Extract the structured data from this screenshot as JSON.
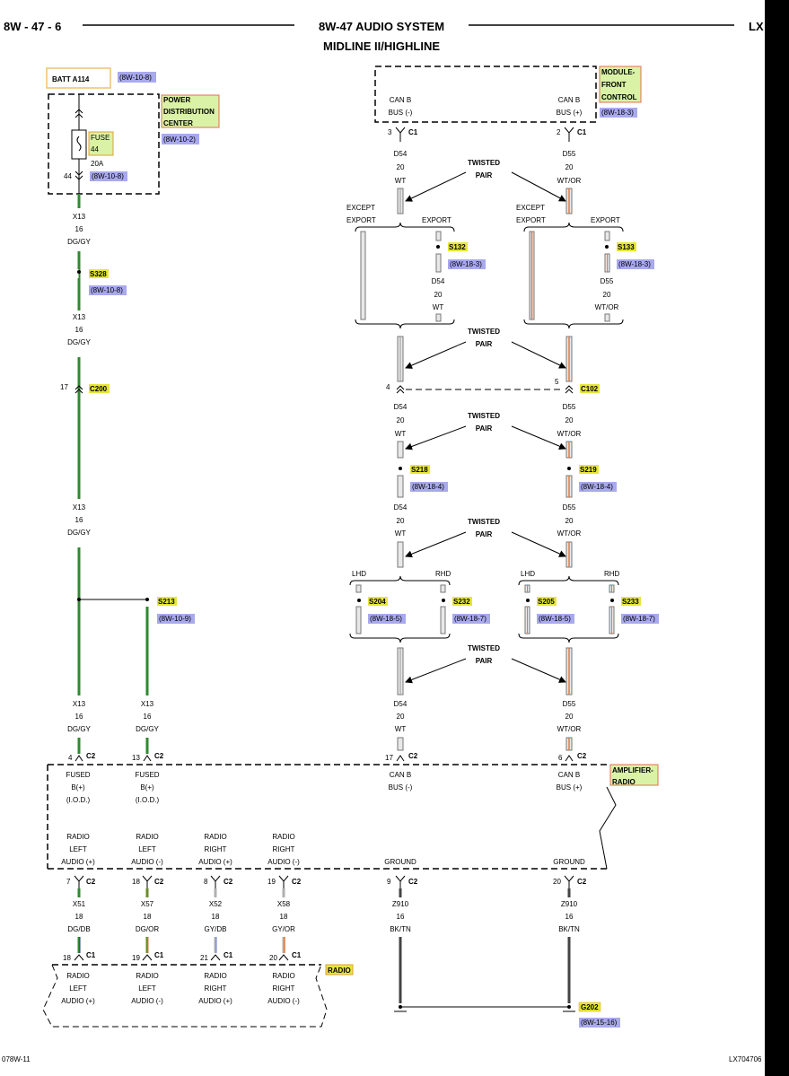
{
  "colors": {
    "DG": "#2e8b2e",
    "GY": "#b0b0b0",
    "WT": "#e8e8e8",
    "OR": "#e07a40",
    "DB": "#1e3a8a",
    "BK": "#222222",
    "TN": "#c8b48c",
    "yellow_tag": "#e6e63a",
    "green_box": "#d9f2a6",
    "ref_tag": "#8f8fe6",
    "orange_border": "#e0a030",
    "red_border": "#e07050"
  },
  "header": {
    "page_left": "8W - 47 - 6",
    "title": "8W-47 AUDIO SYSTEM",
    "subtitle": "MIDLINE II/HIGHLINE",
    "page_right": "LX"
  },
  "footer": {
    "left": "078W-11",
    "right": "LX704706"
  },
  "labels": {
    "batt": "BATT A114",
    "batt_ref": "(8W-10-8)",
    "pdc_1": "POWER",
    "pdc_2": "DISTRIBUTION",
    "pdc_3": "CENTER",
    "pdc_ref": "(8W-10-2)",
    "fuse_1": "FUSE",
    "fuse_2": "44",
    "fuse_amp": "20A",
    "fuse_ref": "(8W-10-8)",
    "fuse_pin": "44",
    "mfc_1": "MODULE-",
    "mfc_2": "FRONT",
    "mfc_3": "CONTROL",
    "mfc_ref": "(8W-18-3)",
    "canb_l1": "CAN B",
    "canb_l2": "BUS (-)",
    "canb_r1": "CAN B",
    "canb_r2": "BUS (+)",
    "amp_1": "AMPLIFIER-",
    "amp_2": "RADIO",
    "radio": "RADIO",
    "g202": "G202",
    "g202_ref": "(8W-15-16)",
    "twisted": "TWISTED",
    "pair": "PAIR",
    "except": "EXCEPT",
    "export": "EXPORT",
    "lhd": "LHD",
    "rhd": "RHD",
    "s132": "S132",
    "s132_ref": "(8W-18-3)",
    "s133": "S133",
    "s133_ref": "(8W-18-3)",
    "s328": "S328",
    "s328_ref": "(8W-10-8)",
    "c200": "C200",
    "c200_pin": "17",
    "c102": "C102",
    "c102_pin_l": "4",
    "c102_pin_r": "5",
    "s218": "S218",
    "s218_ref": "(8W-18-4)",
    "s219": "S219",
    "s219_ref": "(8W-18-4)",
    "s213": "S213",
    "s213_ref": "(8W-10-9)",
    "s204": "S204",
    "s204_ref": "(8W-18-5)",
    "s232": "S232",
    "s232_ref": "(8W-18-7)",
    "s205": "S205",
    "s205_ref": "(8W-18-5)",
    "s233": "S233",
    "s233_ref": "(8W-18-7)",
    "c1": "C1",
    "c2": "C2"
  },
  "wires": {
    "x13_a": [
      "X13",
      "16",
      "DG/GY"
    ],
    "x13_b": [
      "X13",
      "16",
      "DG/GY"
    ],
    "x13_c": [
      "X13",
      "16",
      "DG/GY"
    ],
    "x13_d": [
      "X13",
      "16",
      "DG/GY"
    ],
    "x13_e": [
      "X13",
      "16",
      "DG/GY"
    ],
    "d54": [
      "D54",
      "20",
      "WT"
    ],
    "d55": [
      "D55",
      "20",
      "WT/OR"
    ],
    "x51": [
      "X51",
      "18",
      "DG/DB"
    ],
    "x57": [
      "X57",
      "18",
      "DG/OR"
    ],
    "x52": [
      "X52",
      "18",
      "GY/DB"
    ],
    "x58": [
      "X58",
      "18",
      "GY/OR"
    ],
    "z910a": [
      "Z910",
      "16",
      "BK/TN"
    ],
    "z910b": [
      "Z910",
      "16",
      "BK/TN"
    ]
  },
  "pins": {
    "mfc_l": "3",
    "mfc_r": "2",
    "amp_fused1": "4",
    "amp_fused2": "13",
    "amp_canl": "17",
    "amp_canr": "6",
    "amp_rl_p": "7",
    "amp_rl_n": "18",
    "amp_rr_p": "8",
    "amp_rr_n": "19",
    "amp_gnd1": "9",
    "amp_gnd2": "20",
    "radio_rl_p": "18",
    "radio_rl_n": "19",
    "radio_rr_p": "21",
    "radio_rr_n": "20"
  },
  "amp_terms": {
    "fused1": [
      "FUSED",
      "B(+)",
      "(I.O.D.)"
    ],
    "fused2": [
      "FUSED",
      "B(+)",
      "(I.O.D.)"
    ],
    "canl": [
      "CAN B",
      "BUS (-)"
    ],
    "canr": [
      "CAN B",
      "BUS (+)"
    ],
    "rl_p": [
      "RADIO",
      "LEFT",
      "AUDIO (+)"
    ],
    "rl_n": [
      "RADIO",
      "LEFT",
      "AUDIO (-)"
    ],
    "rr_p": [
      "RADIO",
      "RIGHT",
      "AUDIO (+)"
    ],
    "rr_n": [
      "RADIO",
      "RIGHT",
      "AUDIO (-)"
    ],
    "gnd1": [
      "GROUND"
    ],
    "gnd2": [
      "GROUND"
    ]
  },
  "radio_terms": {
    "rl_p": [
      "RADIO",
      "LEFT",
      "AUDIO (+)"
    ],
    "rl_n": [
      "RADIO",
      "LEFT",
      "AUDIO (-)"
    ],
    "rr_p": [
      "RADIO",
      "RIGHT",
      "AUDIO (+)"
    ],
    "rr_n": [
      "RADIO",
      "RIGHT",
      "AUDIO (-)"
    ]
  }
}
